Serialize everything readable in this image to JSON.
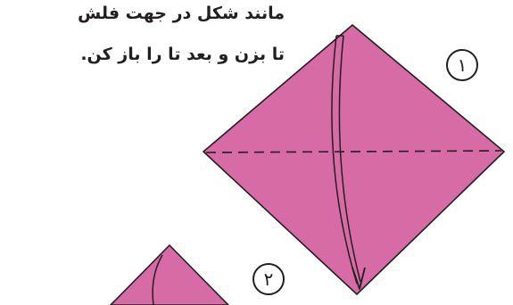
{
  "instruction": {
    "line1": "مانند شکل در جهت فلش",
    "line2": "تا بزن و بعد تا را باز کن."
  },
  "steps": [
    {
      "number": "۱"
    },
    {
      "number": "۲"
    }
  ],
  "colors": {
    "paper": "#d76ba5",
    "outline": "#231f20",
    "background": "#ffffff"
  }
}
